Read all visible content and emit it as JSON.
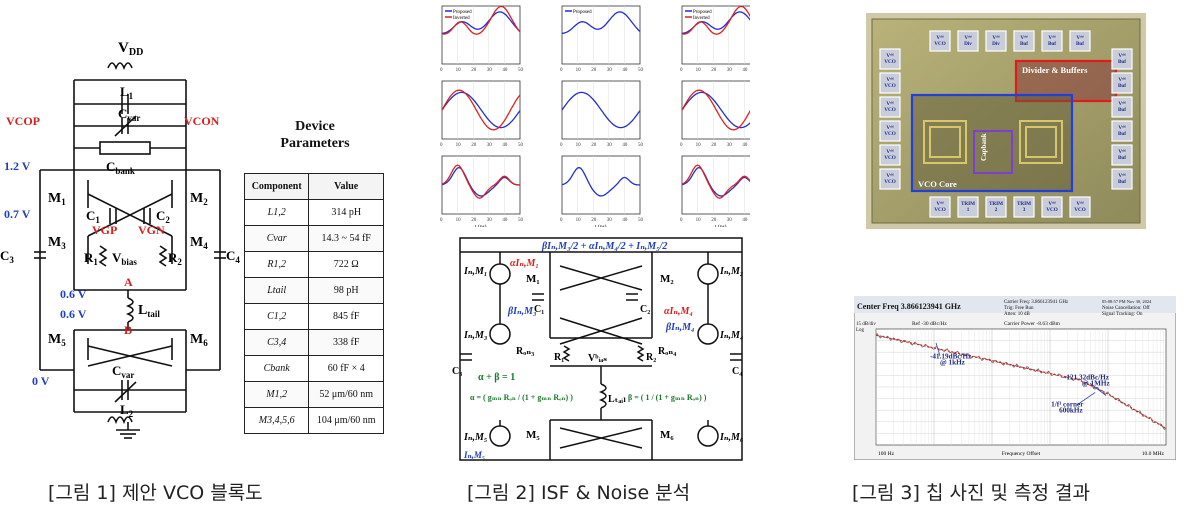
{
  "figure1": {
    "caption": "[그림 1] 제안 VCO 블록도",
    "schematic_labels": {
      "vdd": "V",
      "vdd_sub": "DD",
      "l1": "L",
      "l1_sub": "1",
      "cvar": "C",
      "cvar_sub": "var",
      "cbank": "C",
      "cbank_sub": "bank",
      "vcop": "VCOP",
      "vcon": "VCON",
      "v12": "1.2 V",
      "v07": "0.7 V",
      "v06a": "0.6 V",
      "v06b": "0.6 V",
      "v0": "0 V",
      "m1": "M",
      "m1_sub": "1",
      "m2": "M",
      "m2_sub": "2",
      "m3": "M",
      "m3_sub": "3",
      "m4": "M",
      "m4_sub": "4",
      "m5": "M",
      "m5_sub": "5",
      "m6": "M",
      "m6_sub": "6",
      "c1": "C",
      "c1_sub": "1",
      "c2": "C",
      "c2_sub": "2",
      "c3": "C",
      "c3_sub": "3",
      "c4": "C",
      "c4_sub": "4",
      "vgp": "VGP",
      "vgn": "VGN",
      "r1": "R",
      "r1_sub": "1",
      "r2": "R",
      "r2_sub": "2",
      "vbias": "V",
      "vbias_sub": "bias",
      "node_a": "A",
      "node_b": "B",
      "ltail": "L",
      "ltail_sub": "tail",
      "cvar2": "C",
      "cvar2_sub": "var",
      "l2": "L",
      "l2_sub": "2"
    },
    "device_parameters": {
      "title_line1": "Device",
      "title_line2": "Parameters",
      "headers": [
        "Component",
        "Value"
      ],
      "rows": [
        [
          "L1,2",
          "314 pH"
        ],
        [
          "Cvar",
          "14.3 ~ 54 fF"
        ],
        [
          "R1,2",
          "722 Ω"
        ],
        [
          "Ltail",
          "98 pH"
        ],
        [
          "C1,2",
          "845 fF"
        ],
        [
          "C3,4",
          "338 fF"
        ],
        [
          "Cbank",
          "60 fF × 4"
        ],
        [
          "M1,2",
          "52 μm/60 nm"
        ],
        [
          "M3,4,5,6",
          "104 μm/60 nm"
        ]
      ]
    }
  },
  "figure2": {
    "caption": "[그림 2] ISF & Noise 분석",
    "isf_plots": {
      "legend_proposed": "Proposed",
      "legend_inverted": "Inverted",
      "xlabel": "t (ps)",
      "x_ticks": [
        "0",
        "10",
        "20",
        "30",
        "40",
        "50"
      ],
      "colors": {
        "proposed": "#1f2fd6",
        "inverted": "#e0201e"
      }
    },
    "noise_schematic": {
      "top_formula": "βIₙ,M₃/2 + αIₙ,M₄/2 + Iₙ,M₅/2",
      "alpha_beta": "α + β = 1",
      "alpha_eq": "α = ( gₘₙ Rₒₙ / (1 + gₘₙ Rₒₙ) )",
      "beta_eq": "β = ( 1 / (1 + gₘₙ Rₒₙ) )",
      "labels": [
        "Iₙ,M₁",
        "Iₙ,M₂",
        "Iₙ,M₃",
        "Iₙ,M₄",
        "Iₙ,M₅",
        "Iₙ,M₆",
        "αIₙ,M₁",
        "αIₙ,M₄",
        "βIₙ,M₃",
        "βIₙ,M₄",
        "M₁",
        "M₂",
        "M₅",
        "M₆",
        "C₁",
        "C₂",
        "C₃",
        "C₄",
        "Rₒₙ₃",
        "Rₒₙ₄",
        "R₁",
        "R₂",
        "Vᵇᵢₐₛ",
        "Lₜₐᵢₗ",
        "Iₙ,M₅"
      ]
    }
  },
  "figure3": {
    "caption": "[그림 3] 칩 사진 및 측정 결과",
    "chip_photo": {
      "divider_label": "Divider & Buffers",
      "core_label": "VCO Core",
      "capbank_label": "Capbank",
      "pad_labels_top": [
        "Vᵈᵈ\nVCO",
        "Vᵈᵈ\nDiv",
        "Vᵈᵈ\nDiv",
        "Vᵈᵈ\nBuf",
        "Vᵈᵈ\nBuf",
        "Vᵈᵈ\nBuf"
      ],
      "pad_labels_bottom": [
        "Vᵈᵈ\nVCO",
        "TRIM\n1",
        "TRIM\n2",
        "TRIM\n3",
        "Vᵈᵈ\nVCO",
        "Vᵈᵈ\nVCO"
      ]
    },
    "phase_noise": {
      "center_freq": "Center Freq 3.866123941 GHz",
      "carrier_freq": "Carrier Freq: 3.866123941 GHz",
      "trig": "Trig: Free Run",
      "atten": "Atten: 10 dB",
      "noise_cancel": "Noise Cancellation: Off",
      "signal_tracking": "Signal Tracking: On",
      "ref_level": "Ref -30 dBc/Hz",
      "scale": "15 dB/div",
      "log": "Log",
      "carrier_power": "Carrier Power -8.63 dBm",
      "annot_1k_line1": "-41.19dBc/Hz",
      "annot_1k_line2": "@ 1kHz",
      "annot_1m_line1": "-121.32dBc/Hz",
      "annot_1m_line2": "@ 1MHz",
      "annot_corner_line1": "1/f³ corner",
      "annot_corner_line2": "600kHz",
      "x_left": "100 Hz",
      "x_mid": "Frequency Offset",
      "x_right": "10.0 MHz",
      "timestamp": "05:08:57 PM Nov 30, 2024"
    }
  }
}
